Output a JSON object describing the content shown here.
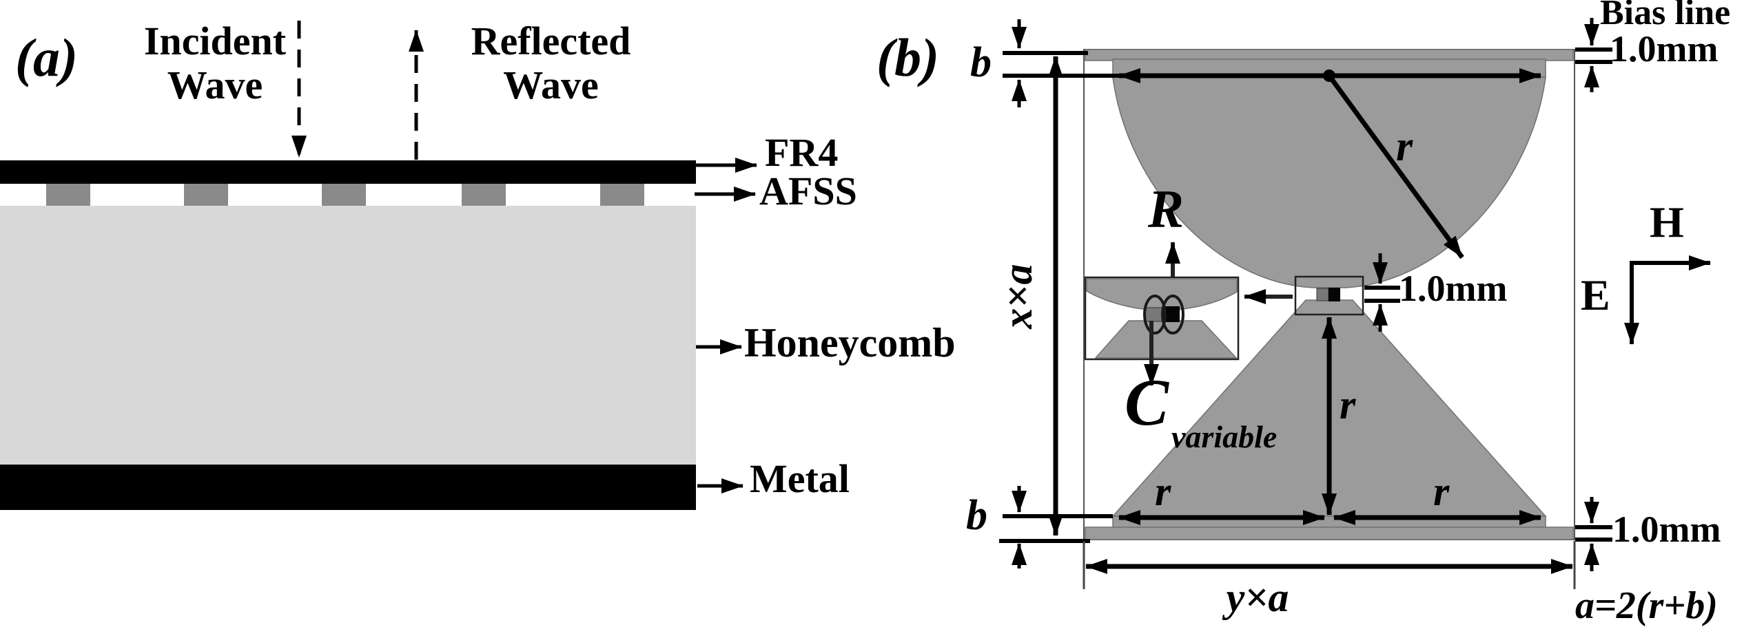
{
  "panel_a": {
    "label": "(a)",
    "incident_wave": [
      "Incident",
      "Wave"
    ],
    "reflected_wave": [
      "Reflected",
      "Wave"
    ],
    "layers": {
      "fr4": "FR4",
      "afss": "AFSS",
      "honeycomb": "Honeycomb",
      "metal": "Metal"
    }
  },
  "panel_b": {
    "label": "(b)",
    "bias_line_label": "Bias line",
    "bias_thickness_top": "1.0mm",
    "gap_thickness": "1.0mm",
    "bias_thickness_bottom": "1.0mm",
    "margin_label": "b",
    "radius_label": "r",
    "resistor_label": "R",
    "capacitor_label": "C",
    "capacitor_subscript": "variable",
    "height_label": "x×a",
    "width_label": "y×a",
    "period_formula": "a=2(r+b)",
    "h_axis": "H",
    "e_axis": "E"
  },
  "colors": {
    "patch_gray": "#9b9b9b",
    "afss_gray": "#8a8a8a",
    "honeycomb_gray": "#d8d8d8",
    "metal_black": "#000000",
    "outline_gray": "#707070",
    "ink": "#000000"
  }
}
